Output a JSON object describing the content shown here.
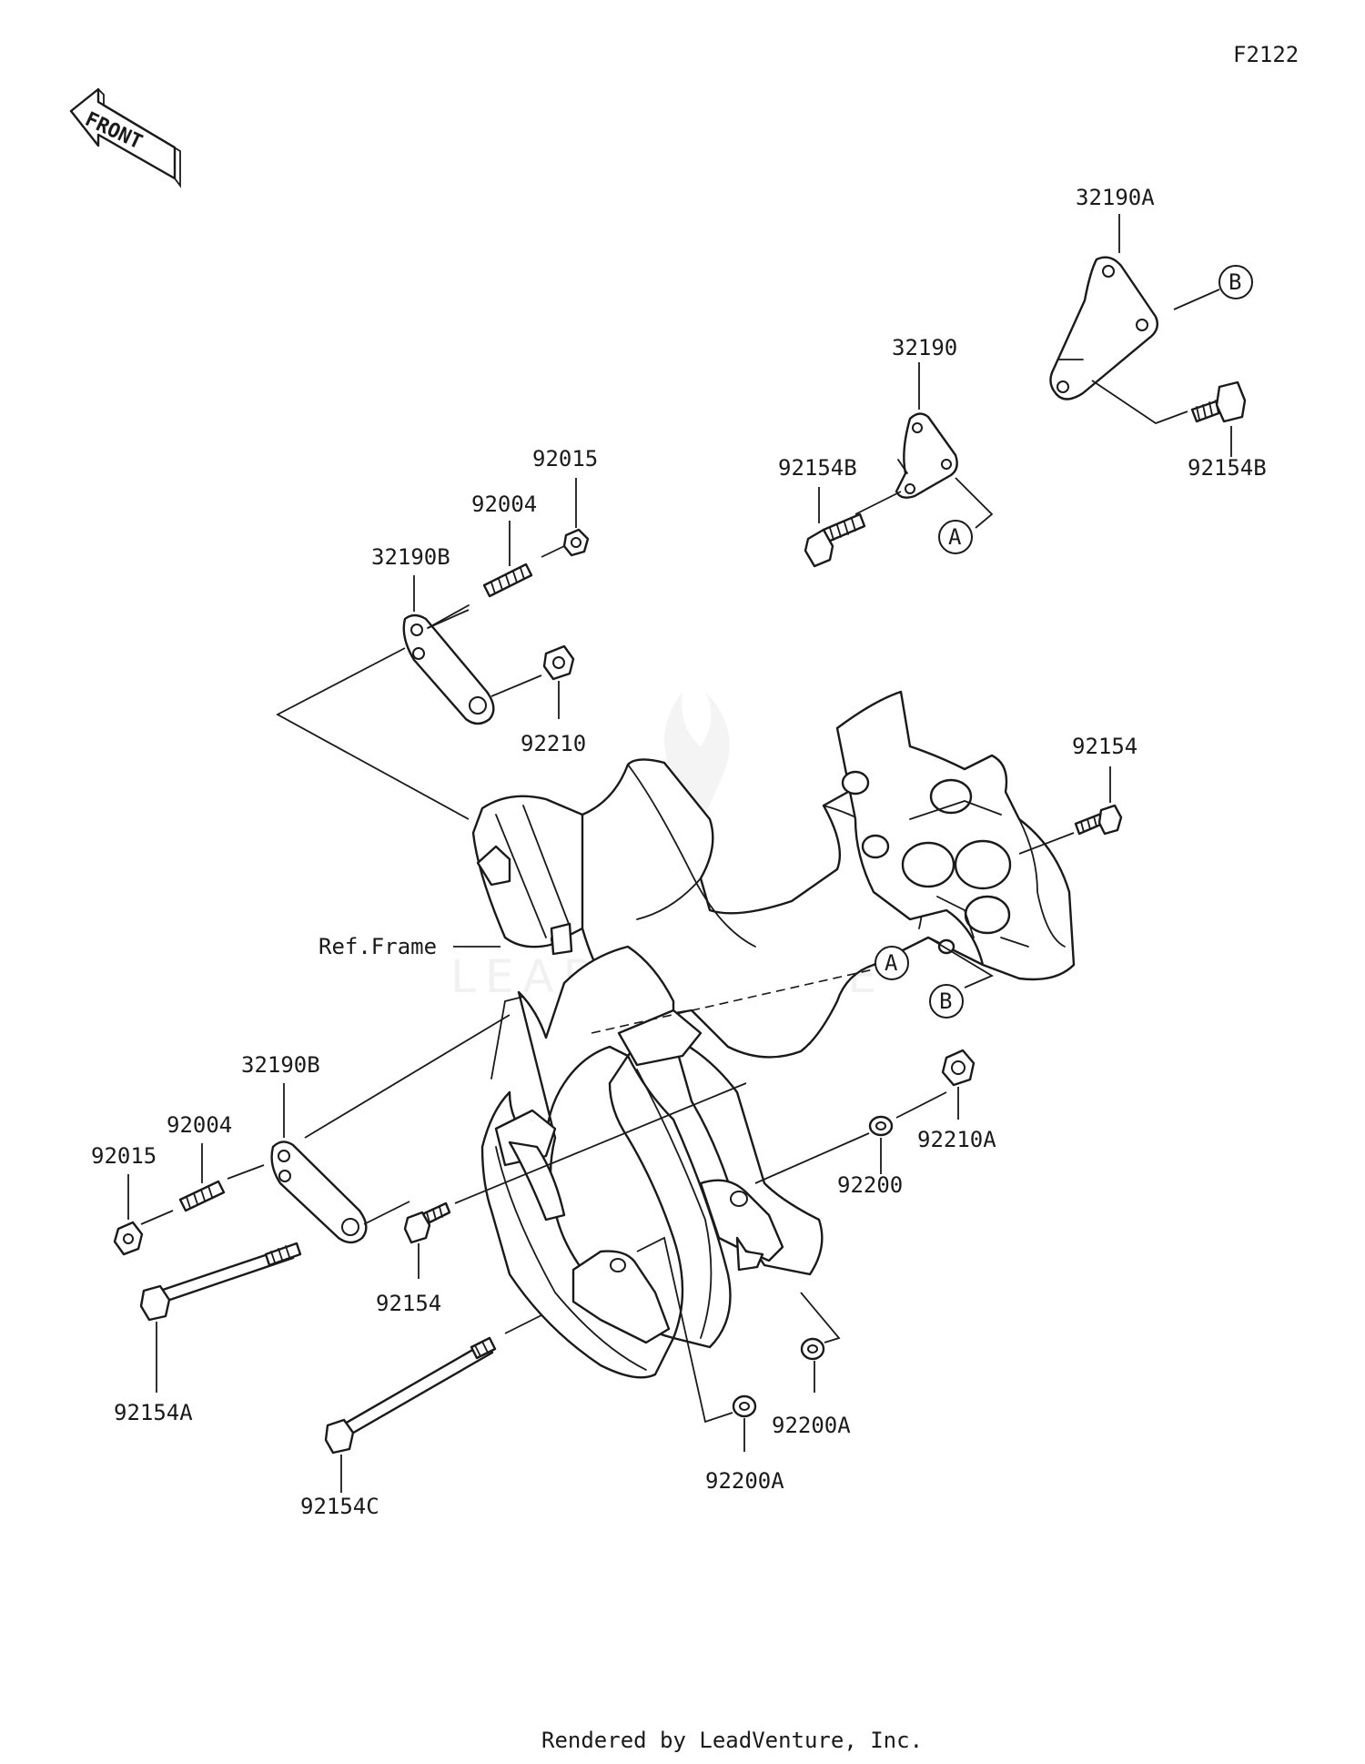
{
  "diagram": {
    "code": "F2122",
    "front_label": "FRONT",
    "ref_frame_label": "Ref.Frame",
    "watermark": "LEADVENTURE",
    "footer": "Rendered by LeadVenture, Inc.",
    "refs": {
      "a": "A",
      "b": "B"
    },
    "parts": {
      "p32190a": "32190A",
      "p32190": "32190",
      "p92154b_left": "92154B",
      "p92154b_right": "92154B",
      "p92015_top": "92015",
      "p92004_top": "92004",
      "p32190b_top": "32190B",
      "p92210": "92210",
      "p92154_right": "92154",
      "p32190b_bottom": "32190B",
      "p92004_bottom": "92004",
      "p92015_bottom": "92015",
      "p92154_mid": "92154",
      "p92154a": "92154A",
      "p92154c": "92154C",
      "p92200": "92200",
      "p92210a": "92210A",
      "p92200a_right": "92200A",
      "p92200a_mid": "92200A"
    }
  }
}
